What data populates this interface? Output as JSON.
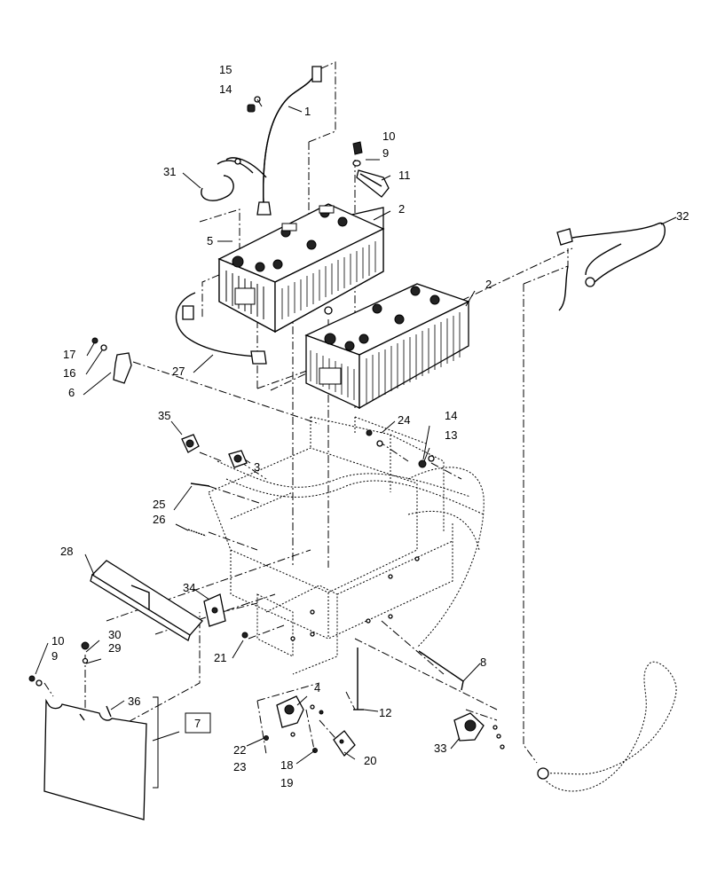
{
  "diagram": {
    "callouts": {
      "c1": "1",
      "c2a": "2",
      "c2b": "2",
      "c3": "3",
      "c4": "4",
      "c5": "5",
      "c6": "6",
      "c7": "7",
      "c8": "8",
      "c9a": "9",
      "c9b": "9",
      "c10a": "10",
      "c10b": "10",
      "c11": "11",
      "c12": "12",
      "c13": "13",
      "c14a": "14",
      "c14b": "14",
      "c15": "15",
      "c16": "16",
      "c17": "17",
      "c18": "18",
      "c19": "19",
      "c20": "20",
      "c21": "21",
      "c22": "22",
      "c23": "23",
      "c24": "24",
      "c25": "25",
      "c26": "26",
      "c27": "27",
      "c28": "28",
      "c29": "29",
      "c30": "30",
      "c31": "31",
      "c32": "32",
      "c33": "33",
      "c34": "34",
      "c35": "35",
      "c36": "36"
    }
  }
}
